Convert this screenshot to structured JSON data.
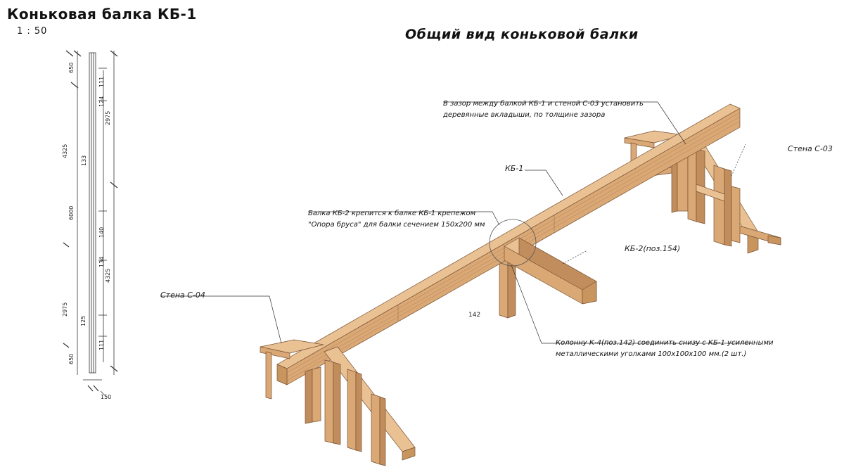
{
  "header": {
    "title": "Коньковая балка КБ-1",
    "scale": "1 : 50"
  },
  "view_title": "Общий вид коньковой балки",
  "callouts": {
    "gap_note_line1": "В зазор между балкой КБ-1 и стеной С-03 установить",
    "gap_note_line2": "деревянные вкладыши, по толщине зазора",
    "kb1": "КБ-1",
    "wall_c03": "Стена С-03",
    "kb2_note_line1": "Балка КБ-2 крепится к балке КБ-1 крепежом",
    "kb2_note_line2": "\"Опора бруса\" для балки сечением 150х200 мм",
    "kb2_pos": "КБ-2(поз.154)",
    "wall_c04": "Стена С-04",
    "pos142": "142",
    "column_note_line1": "Колонну К-4(поз.142) соединить снизу с КБ-1 усиленными",
    "column_note_line2": "металлическими уголками 100х100х100 мм.(2 шт.)"
  },
  "dimensions": {
    "left_outer": [
      "650",
      "4325",
      "6000",
      "2975",
      "650"
    ],
    "middle": [
      "111",
      "124",
      "133",
      "140",
      "134",
      "125",
      "111"
    ],
    "right_outer": [
      "2975",
      "4325"
    ],
    "bottom_width": "150"
  },
  "colors": {
    "wood_top": "#e9c193",
    "wood_side": "#d9a875",
    "wood_dark": "#c28d5c",
    "wood_end": "#c9955f",
    "edge": "#7a5233"
  }
}
